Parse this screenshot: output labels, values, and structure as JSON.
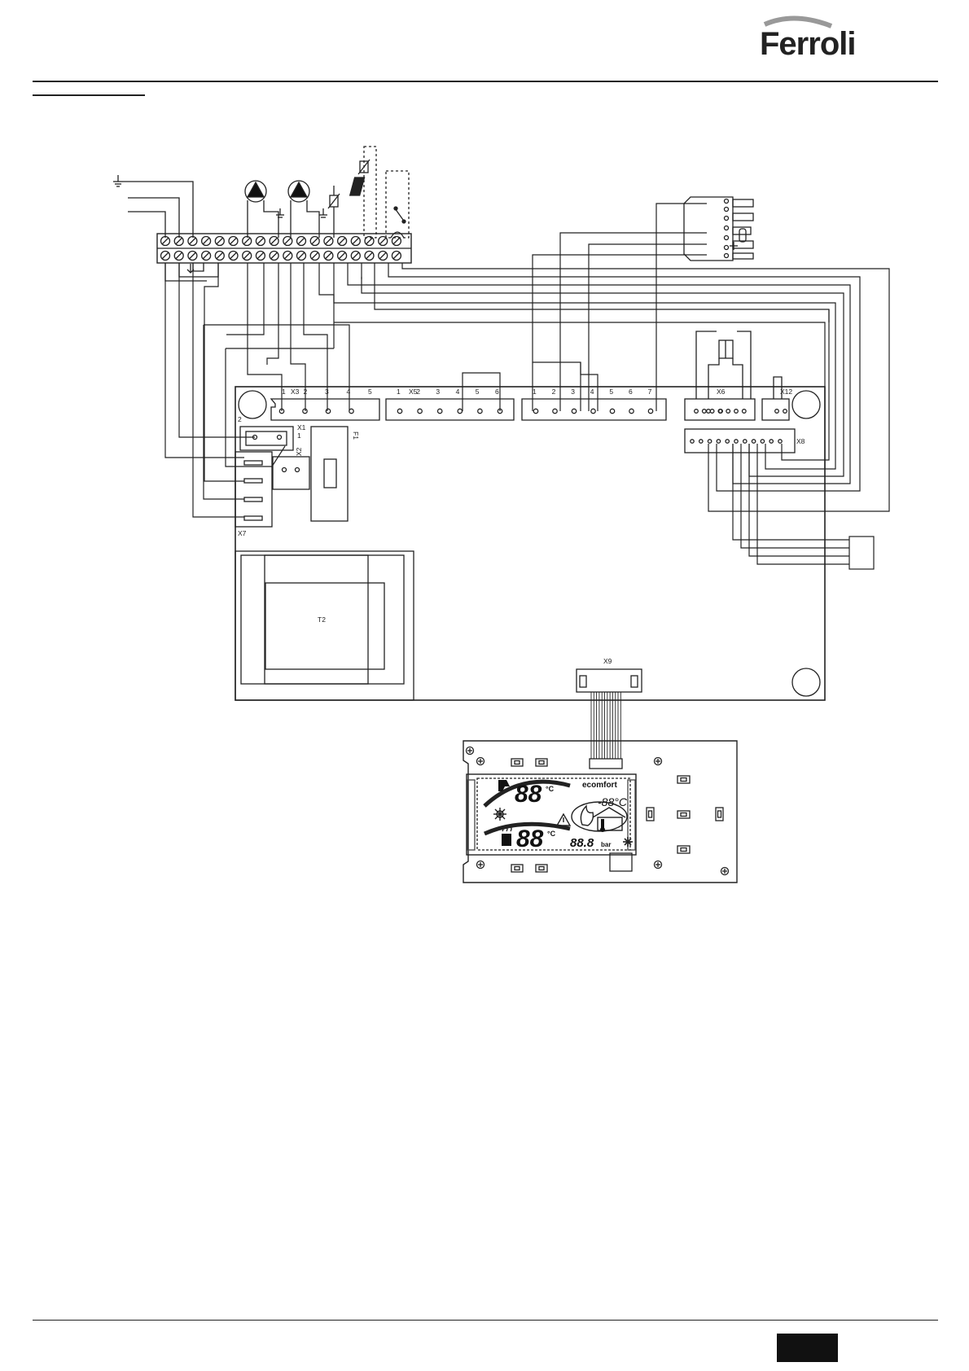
{
  "brand": {
    "name": "Ferroli"
  },
  "connectors": {
    "x1": "X1",
    "x2": "X2",
    "x3": "X3",
    "x5": "X5",
    "x6": "X6",
    "x7": "X7",
    "x8": "X8",
    "x9": "X9",
    "x12": "X12",
    "f1": "F1",
    "t2": "T2",
    "x1_pin1": "1",
    "x1_pin2": "2"
  },
  "x3_pins": [
    "1",
    "2",
    "3",
    "4",
    "5"
  ],
  "x5_pins": [
    "1",
    "2",
    "3",
    "4",
    "5",
    "6"
  ],
  "x4_pins": [
    "1",
    "2",
    "3",
    "4",
    "5",
    "6",
    "7"
  ],
  "display": {
    "brand": "ecomfort",
    "digits_top": "88",
    "digits_bottom": "88",
    "digits_small": "-88°C",
    "digits_pressure": "88.8",
    "unit_celsius": "°C",
    "unit_bar": "bar"
  }
}
